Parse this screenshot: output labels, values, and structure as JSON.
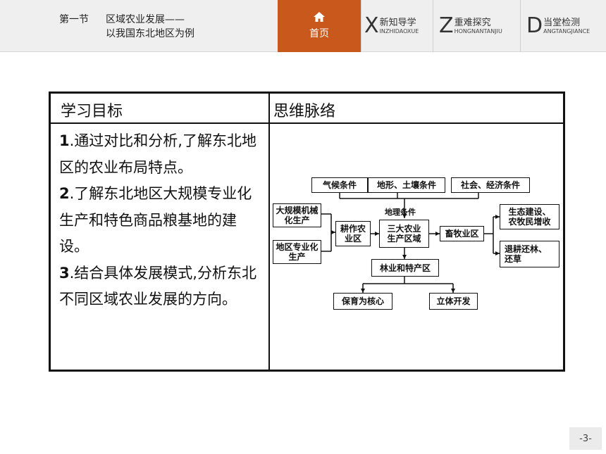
{
  "header": {
    "section": "第一节",
    "title_line1": "区域农业发展——",
    "title_line2": "以我国东北地区为例",
    "home_label": "首页",
    "nav": [
      {
        "letter": "X",
        "cn": "新知导学",
        "py": "INZHIDAOXUE"
      },
      {
        "letter": "Z",
        "cn": "重难探究",
        "py": "HONGNANTANJIU"
      },
      {
        "letter": "D",
        "cn": "当堂检测",
        "py": "ANGTANGJIANCE"
      }
    ]
  },
  "table": {
    "col1_header": "学习目标",
    "col2_header": "思维脉络",
    "goals": [
      {
        "num": "1",
        "text": ".通过对比和分析,了解东北地区的农业布局特点。"
      },
      {
        "num": "2",
        "text": ".了解东北地区大规模专业化生产和特色商品粮基地的建设。"
      },
      {
        "num": "3",
        "text": ".结合具体发展模式,分析东北不同区域农业发展的方向。"
      }
    ]
  },
  "mindmap": {
    "climate": "气候条件",
    "terrain": "地形、土壤条件",
    "social": "社会、经济条件",
    "geo_label": "地理条件",
    "large_scale": "大规模机械化生产",
    "regional": "地区专业化生产",
    "farming": "耕作农业区",
    "three_zones": "三大农业生产区域",
    "livestock": "畜牧业区",
    "eco": "生态建设、农牧民增收",
    "return_forest": "退耕还林、还草",
    "forestry": "林业和特产区",
    "protect": "保育为核心",
    "vertical": "立体开发"
  },
  "page_number": "-3-"
}
